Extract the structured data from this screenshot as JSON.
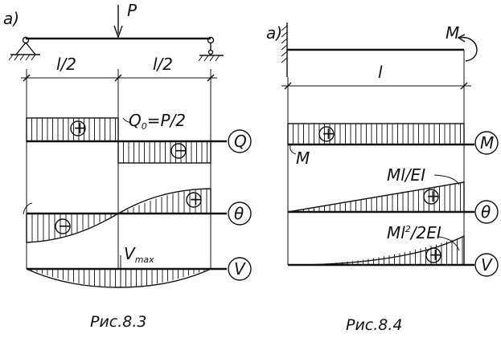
{
  "left_figure": {
    "view_label": "a)",
    "load_label": "P",
    "span_left_label": "l/2",
    "span_right_label": "l/2",
    "shear_label": "Q",
    "shear_value_prefix": "Q",
    "shear_value_subscript": "0",
    "shear_value_suffix": "=P/2",
    "rotation_label": "θ",
    "deflection_label": "V",
    "deflection_max_main": "V",
    "deflection_max_subscript": "max",
    "plus_sign": "+",
    "minus_sign": "−",
    "caption": "Рис.8.3"
  },
  "right_figure": {
    "view_label": "a)",
    "moment_load_label": "M",
    "span_label": "l",
    "moment_label": "M",
    "moment_value_label": "M",
    "rotation_label": "θ",
    "deflection_label": "V",
    "rotation_value_label": "Ml/EI",
    "deflection_value_prefix": "Ml",
    "deflection_value_superscript": "2",
    "deflection_value_suffix": "/2EI",
    "plus_sign": "+",
    "caption": "Рис.8.4"
  }
}
